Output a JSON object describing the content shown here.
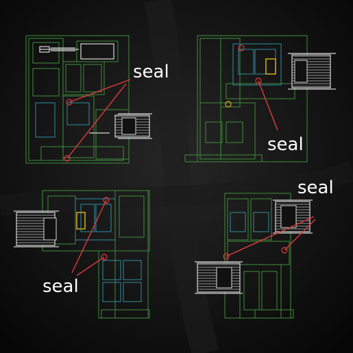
{
  "labels": {
    "top_left": "seal",
    "top_right": "seal",
    "bottom_left": "seal",
    "bottom_right": "seal"
  },
  "colors": {
    "background": "#0b0b0b",
    "frame_green": "#3f8f3a",
    "frame_cyan": "#2f8fa0",
    "seal_red": "#e23b3b",
    "label_white": "#ffffff"
  }
}
